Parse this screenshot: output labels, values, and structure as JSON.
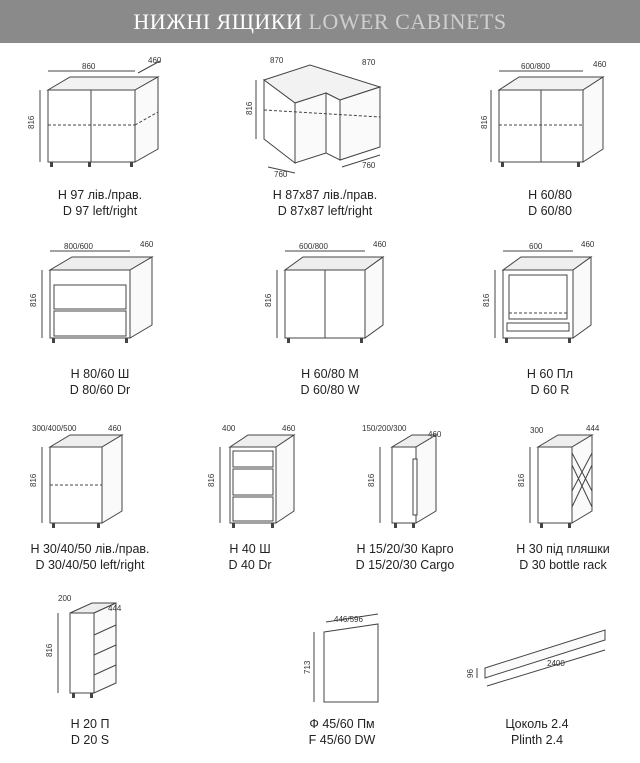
{
  "header": {
    "title_ua": "НИЖНІ ЯЩИКИ",
    "title_en": "LOWER CABINETS"
  },
  "items": [
    {
      "ua": "Н 97 лів./прав.",
      "en": "D 97 left/right",
      "dims": [
        "860",
        "460",
        "816"
      ]
    },
    {
      "ua": "Н 87х87 лів./прав.",
      "en": "D 87x87 left/right",
      "dims": [
        "870",
        "870",
        "816",
        "760",
        "760"
      ]
    },
    {
      "ua": "Н 60/80",
      "en": "D 60/80",
      "dims": [
        "600/800",
        "460",
        "816"
      ]
    },
    {
      "ua": "Н 80/60 Ш",
      "en": "D 80/60 Dr",
      "dims": [
        "800/600",
        "460",
        "816"
      ]
    },
    {
      "ua": "Н 60/80 М",
      "en": "D 60/80 W",
      "dims": [
        "600/800",
        "460",
        "816"
      ]
    },
    {
      "ua": "Н 60 Пл",
      "en": "D 60 R",
      "dims": [
        "600",
        "460",
        "816"
      ]
    },
    {
      "ua": "Н 30/40/50 лів./прав.",
      "en": "D 30/40/50 left/right",
      "dims": [
        "300/400/500",
        "460",
        "816"
      ]
    },
    {
      "ua": "Н 40 Ш",
      "en": "D 40 Dr",
      "dims": [
        "400",
        "460",
        "816"
      ]
    },
    {
      "ua": "Н 15/20/30 Карго",
      "en": "D 15/20/30 Cargo",
      "dims": [
        "150/200/300",
        "460",
        "816"
      ]
    },
    {
      "ua": "Н 30 під пляшки",
      "en": "D 30 bottle rack",
      "dims": [
        "300",
        "444",
        "816"
      ]
    },
    {
      "ua": "Н 20 П",
      "en": "D 20 S",
      "dims": [
        "200",
        "444",
        "816"
      ]
    },
    {
      "ua": "Ф 45/60 Пм",
      "en": "F 45/60 DW",
      "dims": [
        "446/596",
        "713"
      ]
    },
    {
      "ua": "Цоколь 2.4",
      "en": "Plinth 2.4",
      "dims": [
        "2400",
        "96"
      ]
    }
  ]
}
